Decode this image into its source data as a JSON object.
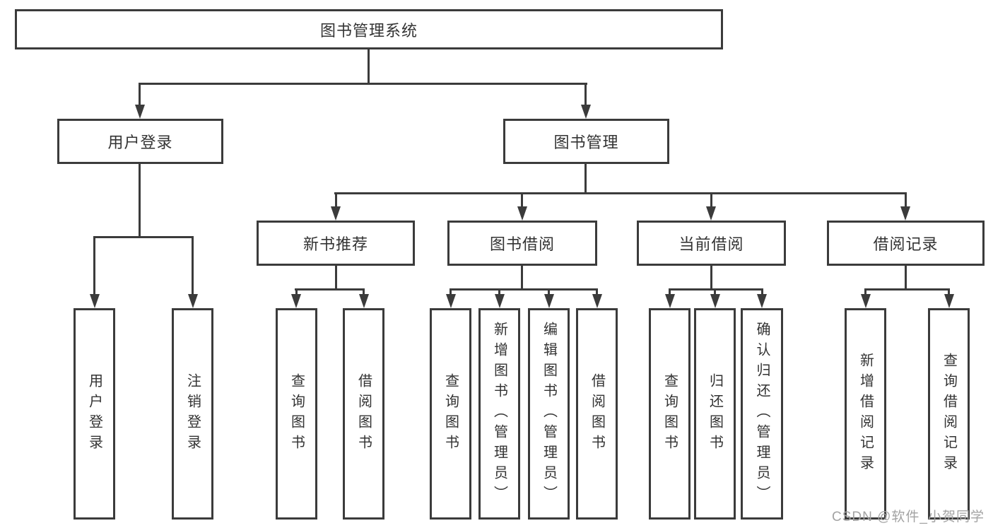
{
  "diagram_type": "hierarchy-tree",
  "colors": {
    "line": "#3b3b3b",
    "text": "#333333",
    "wm": "#a3a3a3",
    "bg": "#ffffff"
  },
  "tree": {
    "label": "图书管理系统",
    "children": [
      {
        "label": "用户登录",
        "children": [
          {
            "label": "用户登录"
          },
          {
            "label": "注销登录"
          }
        ]
      },
      {
        "label": "图书管理",
        "children": [
          {
            "label": "新书推荐",
            "children": [
              {
                "label": "查询图书"
              },
              {
                "label": "借阅图书"
              }
            ]
          },
          {
            "label": "图书借阅",
            "children": [
              {
                "label": "查询图书"
              },
              {
                "label": "新增图书（管理员）"
              },
              {
                "label": "编辑图书（管理员）"
              },
              {
                "label": "借阅图书"
              }
            ]
          },
          {
            "label": "当前借阅",
            "children": [
              {
                "label": "查询图书"
              },
              {
                "label": "归还图书"
              },
              {
                "label": "确认归还（管理员）"
              }
            ]
          },
          {
            "label": "借阅记录",
            "children": [
              {
                "label": "新增借阅记录"
              },
              {
                "label": "查询借阅记录"
              }
            ]
          }
        ]
      }
    ]
  },
  "watermark": {
    "text": "CSDN @软件_小贺同学"
  }
}
